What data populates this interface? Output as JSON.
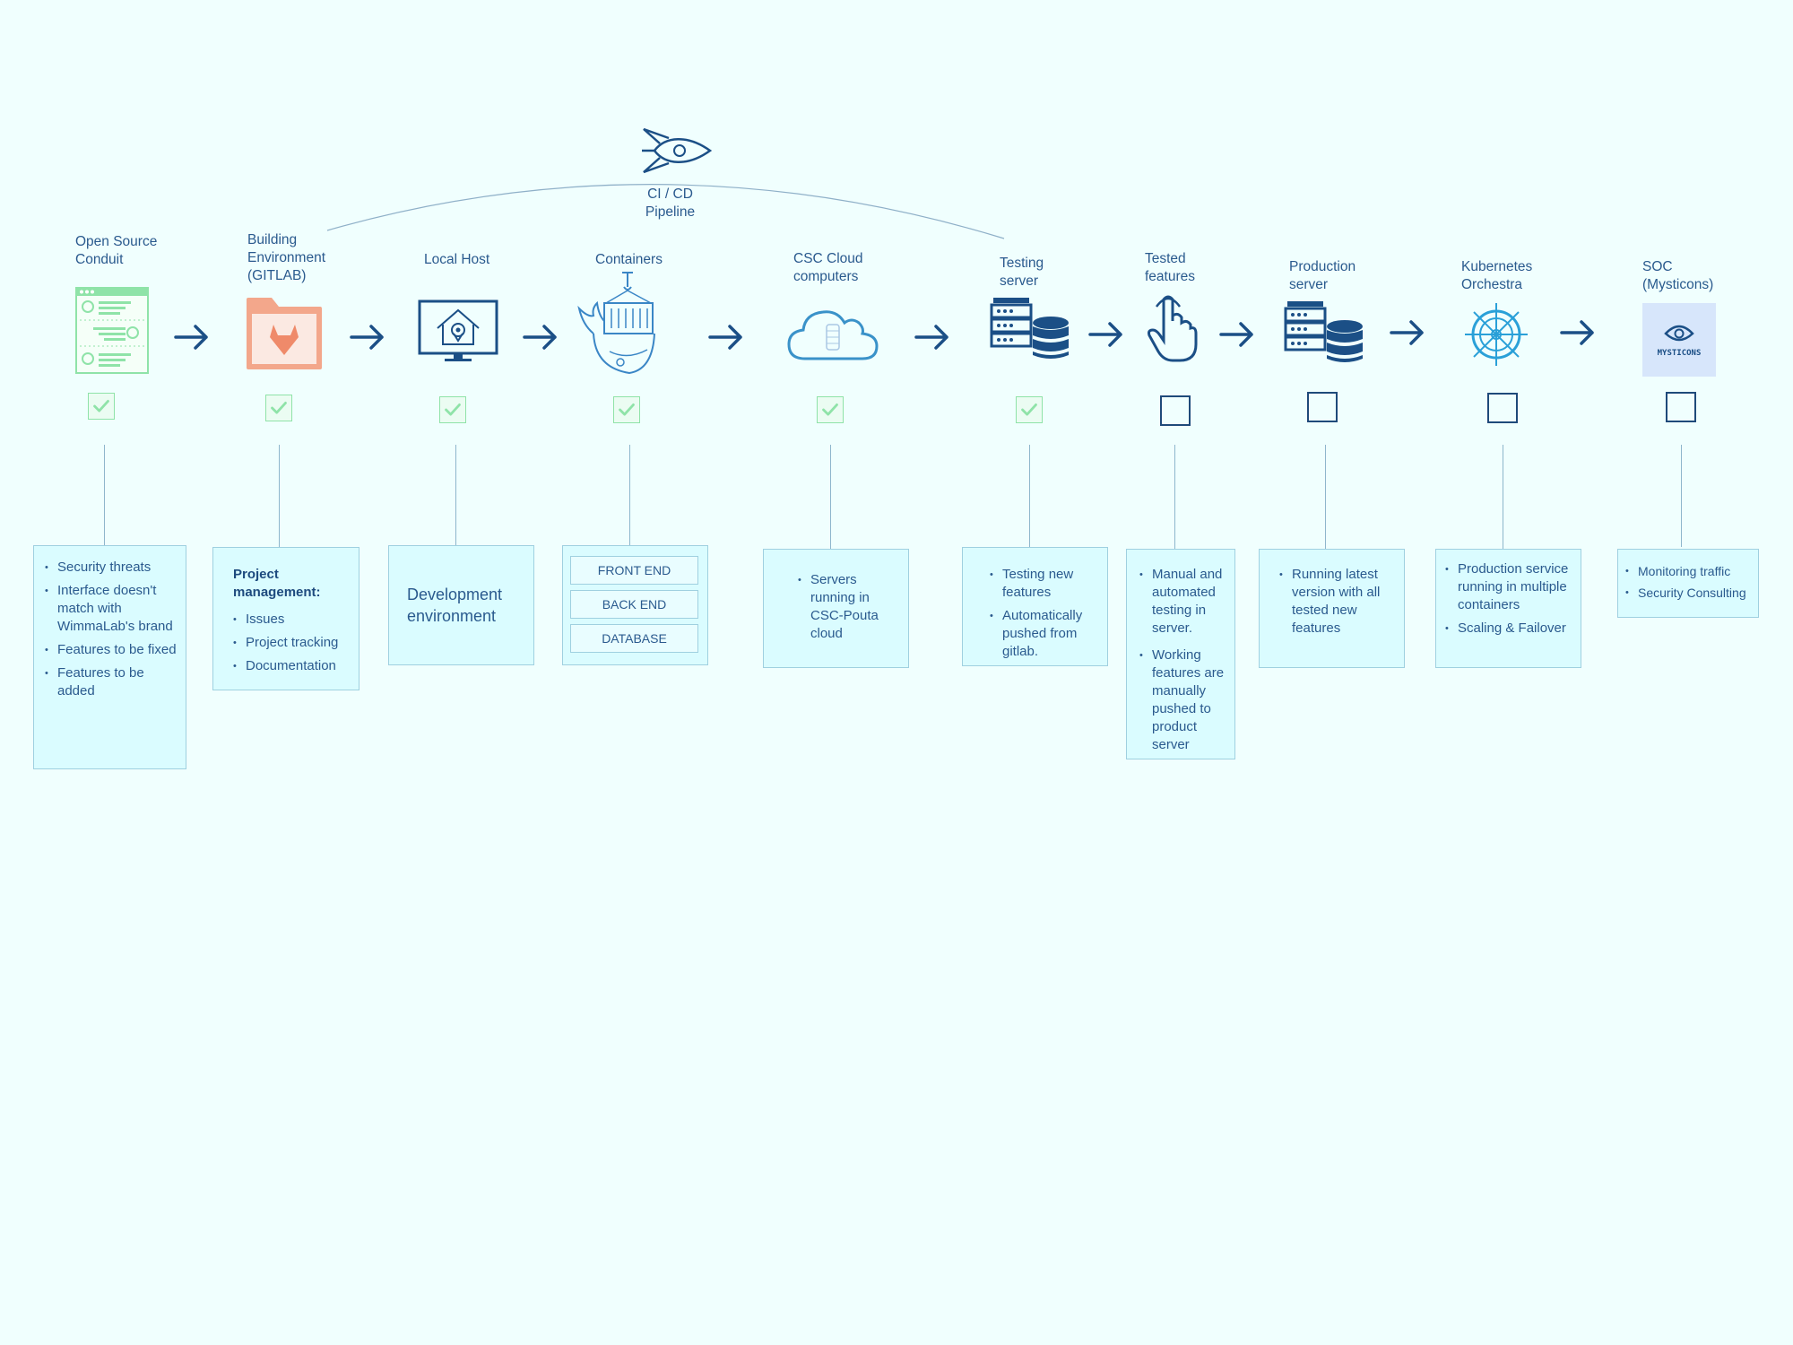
{
  "pipeline": {
    "label": "CI / CD\nPipeline"
  },
  "stages": [
    {
      "title": "Open Source\nConduit",
      "done": true,
      "items": [
        "Security threats",
        "Interface doesn't match with WimmaLab's brand",
        "Features to be fixed",
        "Features to be added"
      ]
    },
    {
      "title": "Building\nEnvironment\n(GITLAB)",
      "done": true,
      "heading": "Project management:",
      "items": [
        "Issues",
        "Project tracking",
        "Documentation"
      ]
    },
    {
      "title": "Local Host",
      "done": true,
      "text": "Development environment"
    },
    {
      "title": "Containers",
      "done": true,
      "stack": [
        "FRONT END",
        "BACK END",
        "DATABASE"
      ]
    },
    {
      "title": "CSC Cloud\ncomputers",
      "done": true,
      "items": [
        "Servers running in CSC-Pouta cloud"
      ]
    },
    {
      "title": "Testing\nserver",
      "done": true,
      "items": [
        "Testing new features",
        "Automatically pushed from gitlab."
      ]
    },
    {
      "title": "Tested\nfeatures",
      "done": false,
      "items": [
        "Manual and automated testing in server.",
        "Working features are manually pushed to product server"
      ]
    },
    {
      "title": "Production\nserver",
      "done": false,
      "items": [
        "Running latest version with all tested new features"
      ]
    },
    {
      "title": "Kubernetes\nOrchestra",
      "done": false,
      "items": [
        "Production service running in multiple containers",
        "Scaling & Failover"
      ]
    },
    {
      "title": "SOC\n(Mysticons)",
      "done": false,
      "items": [
        "Monitoring traffic",
        "Security Consulting"
      ]
    }
  ],
  "mysticons_logo": "MYSTICONS",
  "colors": {
    "accent": "#1b4f86",
    "done_green": "#8fe3a8",
    "gitlab_orange": "#f0a080",
    "box_bg": "#dafcff"
  }
}
